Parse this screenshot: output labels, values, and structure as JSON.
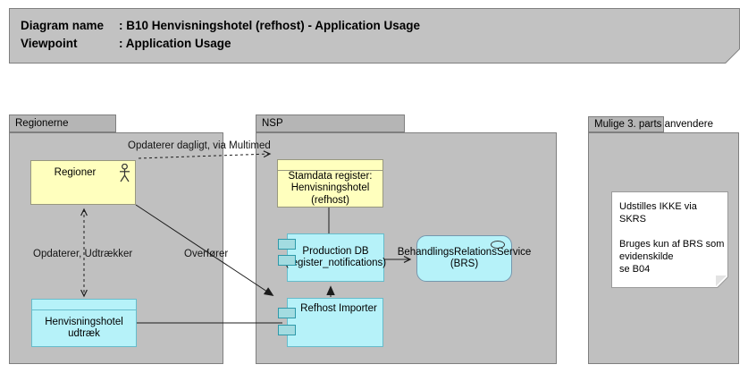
{
  "header": {
    "rows": [
      {
        "label": "Diagram name",
        "value": ": B10 Henvisningshotel (refhost) - Application Usage"
      },
      {
        "label": "Viewpoint",
        "value": ": Application Usage"
      }
    ]
  },
  "groups": {
    "regionerne": {
      "label": "Regionerne"
    },
    "nsp": {
      "label": "NSP"
    },
    "third_party": {
      "label": "Mulige 3. parts anvendere"
    }
  },
  "nodes": {
    "regioner": {
      "label": "Regioner",
      "icon": "actor-icon"
    },
    "stamdata_register": {
      "label": "Stamdata register: Henvisningshotel (refhost)"
    },
    "henvisningshotel_udtraek": {
      "label": "Henvisningshotel udtræk"
    },
    "production_db": {
      "label": "Production DB (register_notifications)",
      "icon": "component-icon"
    },
    "refhost_importer": {
      "label": "Refhost Importer",
      "icon": "component-icon"
    },
    "brs": {
      "label": "BehandlingsRelationsService (BRS)",
      "icon": "interface-icon"
    }
  },
  "connections": {
    "labels": {
      "daily_update": "Opdaterer dagligt, via Multimed",
      "update_extract": "Opdaterer, Udtrækker",
      "transfer": "Overfører"
    }
  },
  "note": {
    "paragraphs": [
      "Udstilles IKKE via SKRS",
      "Bruges kun af BRS som evidenskilde",
      "se B04"
    ]
  },
  "colors": {
    "group_fill": "#c0c0c0",
    "tab_fill": "#b5b5b5",
    "actor_fill": "#ffffbe",
    "component_fill": "#b6f2f9",
    "note_fill": "#ffffff"
  }
}
